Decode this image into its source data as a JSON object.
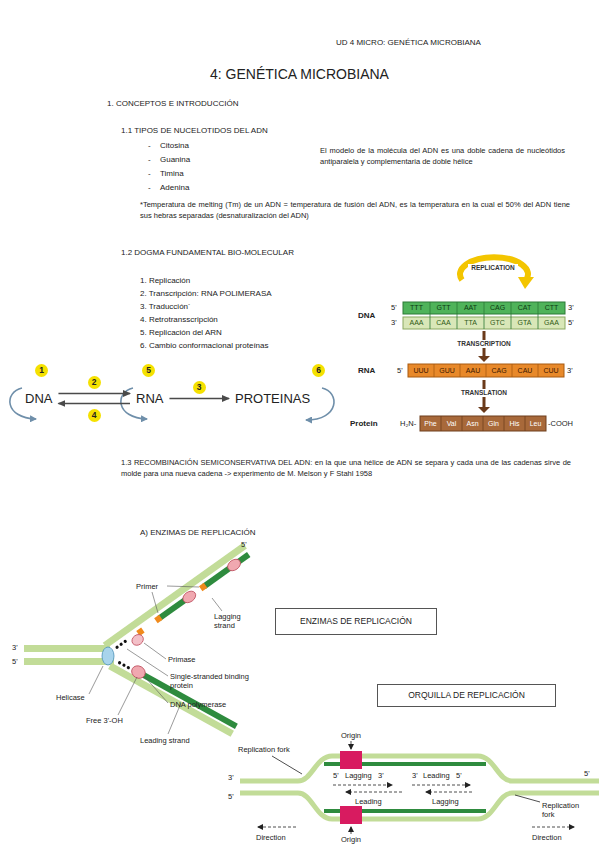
{
  "diagram": {
    "title": "4: GENÉTICA MICROBIANA",
    "nodes": [
      {
        "text": [
          "DNA"
        ]
      },
      {
        "text": [
          "RNA"
        ]
      },
      {
        "text": [
          "PROTEINAS"
        ]
      },
      {
        "text": [
          "ENZIMAS DE REPLICACIÓN"
        ]
      },
      {
        "text": [
          "ORQUILLA DE REPLICACIÓN"
        ]
      }
    ],
    "edges": [
      {
        "from": 0,
        "to": 1,
        "label": "2",
        "arrow": "to"
      },
      {
        "from": 1,
        "to": 0,
        "label": "4",
        "arrow": "to"
      },
      {
        "from": 1,
        "to": 2,
        "label": "3",
        "arrow": "to"
      }
    ],
    "labels": [
      "UD 4 MICRO: GENÉTICA MICROBIANA",
      "1. CONCEPTOS E INTRODUCCIÓN",
      "1.1 TIPOS DE NUCELOTIDOS DEL ADN",
      "-",
      "Citosina",
      "-",
      "Guanina",
      "-",
      "Timina",
      "-",
      "Adenina",
      "El modelo de la molécula del ADN es una doble cadena de nucleótidos antiparalela y complementaria de doble hélice",
      "*Temperatura de melting (Tm) de un ADN = temperatura de fusión del ADN, es la temperatura en la cual el 50% del ADN tiene sus hebras separadas (desnaturalización del ADN)",
      "1.2 DOGMA FUNDAMENTAL BIO-MOLECULAR",
      "1. Replicación",
      "2. Transcripción: RNA POLIMERASA",
      "3. Traducción´",
      "4. Retrotransscripción",
      "5. Replicación del ARN",
      "6. Cambio conformacional proteínas",
      "1",
      "5",
      "6",
      "REPLICATION",
      "DNA",
      "5'",
      "TTT",
      "GTT",
      "AAT",
      "CAG",
      "CAT",
      "CTT",
      "3'",
      "3'",
      "AAA",
      "CAA",
      "TTA",
      "GTC",
      "GTA",
      "GAA",
      "5'",
      "TRANSCRIPTION",
      "RNA",
      "5'",
      "UUU",
      "GUU",
      "AAU",
      "CAG",
      "CAU",
      "CUU",
      "3'",
      "TRANSLATION",
      "Protein",
      "H₂N-",
      "Phe",
      "Val",
      "Asn",
      "Gln",
      "His",
      "Leu",
      "-COOH",
      "1.3 RECOMBINACIÓN SEMICONSERVATIVA DEL ADN: en la que una hélice de ADN se separa y cada una de las cadenas sirve de molde para una nueva cadena -> experimento de M. Melson y F Stahl 1958",
      "A) ENZIMAS DE REPLICACIÓN",
      "5'",
      "Primer",
      "Lagging strand",
      "Primase",
      "Single-stranded binding protein",
      "Helicase",
      "DNA polymerase",
      "Free 3'-OH",
      "Leading strand",
      "3'",
      "5'",
      "Origin",
      "Replication fork",
      "3'",
      "5'",
      "5'",
      "5'",
      "Lagging",
      "3'",
      "3'",
      "Leading",
      "5'",
      "Leading",
      "Lagging",
      "Direction",
      "Direction",
      "Replication fork",
      "Origin"
    ]
  }
}
